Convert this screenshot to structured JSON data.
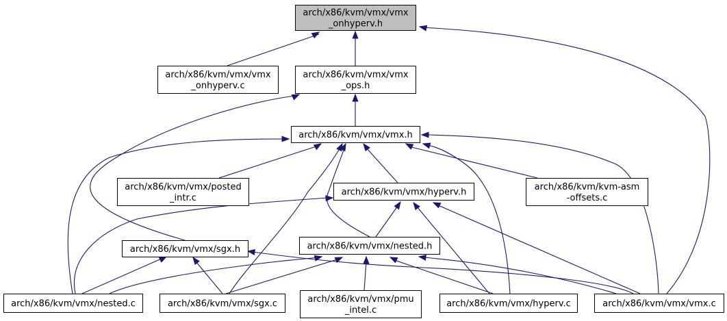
{
  "colors": {
    "edge": "#191970",
    "node_border": "#000000",
    "node_fill": "#ffffff",
    "root_fill": "#bfbfbf",
    "text": "#000000"
  },
  "nodes": {
    "onhyperv_h": {
      "lines": [
        "arch/x86/kvm/vmx/vmx",
        "_onhyperv.h"
      ]
    },
    "onhyperv_c": {
      "lines": [
        "arch/x86/kvm/vmx/vmx",
        "_onhyperv.c"
      ]
    },
    "ops_h": {
      "lines": [
        "arch/x86/kvm/vmx/vmx",
        "_ops.h"
      ]
    },
    "vmx_h": {
      "lines": [
        "arch/x86/kvm/vmx/vmx.h"
      ]
    },
    "posted_intr_c": {
      "lines": [
        "arch/x86/kvm/vmx/posted",
        "_intr.c"
      ]
    },
    "hyperv_h": {
      "lines": [
        "arch/x86/kvm/vmx/hyperv.h"
      ]
    },
    "kvm_asm_offsets_c": {
      "lines": [
        "arch/x86/kvm/kvm-asm",
        "-offsets.c"
      ]
    },
    "sgx_h": {
      "lines": [
        "arch/x86/kvm/vmx/sgx.h"
      ]
    },
    "nested_h": {
      "lines": [
        "arch/x86/kvm/vmx/nested.h"
      ]
    },
    "nested_c": {
      "lines": [
        "arch/x86/kvm/vmx/nested.c"
      ]
    },
    "sgx_c": {
      "lines": [
        "arch/x86/kvm/vmx/sgx.c"
      ]
    },
    "pmu_intel_c": {
      "lines": [
        "arch/x86/kvm/vmx/pmu",
        "_intel.c"
      ]
    },
    "hyperv_c": {
      "lines": [
        "arch/x86/kvm/vmx/hyperv.c"
      ]
    },
    "vmx_c": {
      "lines": [
        "arch/x86/kvm/vmx/vmx.c"
      ]
    }
  },
  "edges": [
    {
      "from": "onhyperv_c",
      "to": "onhyperv_h"
    },
    {
      "from": "ops_h",
      "to": "onhyperv_h"
    },
    {
      "from": "vmx_c",
      "to": "onhyperv_h"
    },
    {
      "from": "vmx_h",
      "to": "ops_h"
    },
    {
      "from": "sgx_h",
      "to": "ops_h"
    },
    {
      "from": "posted_intr_c",
      "to": "vmx_h"
    },
    {
      "from": "hyperv_h",
      "to": "vmx_h"
    },
    {
      "from": "kvm_asm_offsets_c",
      "to": "vmx_h"
    },
    {
      "from": "nested_h",
      "to": "vmx_h"
    },
    {
      "from": "nested_c",
      "to": "vmx_h"
    },
    {
      "from": "sgx_c",
      "to": "vmx_h"
    },
    {
      "from": "hyperv_c",
      "to": "vmx_h"
    },
    {
      "from": "vmx_c",
      "to": "vmx_h"
    },
    {
      "from": "nested_h",
      "to": "hyperv_h"
    },
    {
      "from": "nested_c",
      "to": "hyperv_h"
    },
    {
      "from": "hyperv_c",
      "to": "hyperv_h"
    },
    {
      "from": "vmx_c",
      "to": "hyperv_h"
    },
    {
      "from": "nested_c",
      "to": "sgx_h"
    },
    {
      "from": "sgx_c",
      "to": "sgx_h"
    },
    {
      "from": "vmx_c",
      "to": "sgx_h"
    },
    {
      "from": "nested_c",
      "to": "nested_h"
    },
    {
      "from": "sgx_c",
      "to": "nested_h"
    },
    {
      "from": "pmu_intel_c",
      "to": "nested_h"
    },
    {
      "from": "hyperv_c",
      "to": "nested_h"
    },
    {
      "from": "vmx_c",
      "to": "nested_h"
    }
  ]
}
